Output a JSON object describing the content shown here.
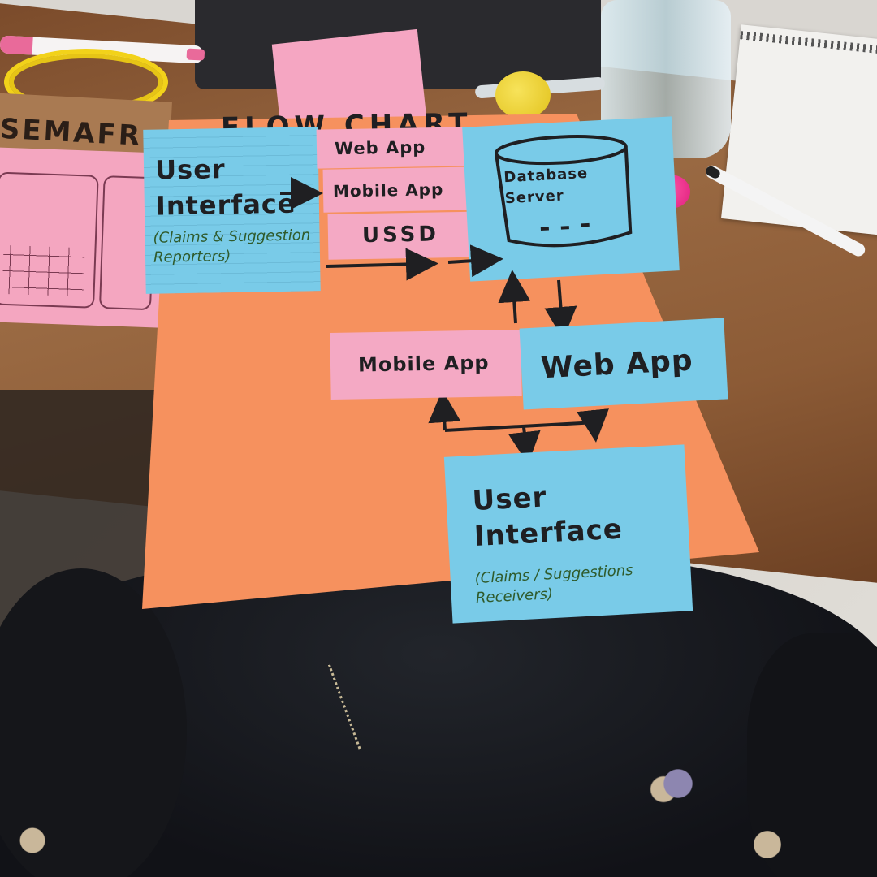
{
  "sign_label": "SEMAFR",
  "chart_title": "FLOW CHART",
  "reporter_ui": {
    "title": "User Interface",
    "subtitle": "(Claims & Suggestion Reporters)"
  },
  "channels": [
    "Web App",
    "Mobile App",
    "USSD"
  ],
  "database": {
    "label": "Database Server"
  },
  "mobile_app": "Mobile App",
  "web_app": "Web App",
  "receiver_ui": {
    "title": "User Interface",
    "subtitle": "(Claims / Suggestions Receivers)"
  },
  "colors": {
    "orange_board": "#f6915e",
    "blue_note": "#79cbe8",
    "pink_note": "#f4a9c4",
    "table_wood": "#8a5a35",
    "marker": "#1f1f22"
  }
}
